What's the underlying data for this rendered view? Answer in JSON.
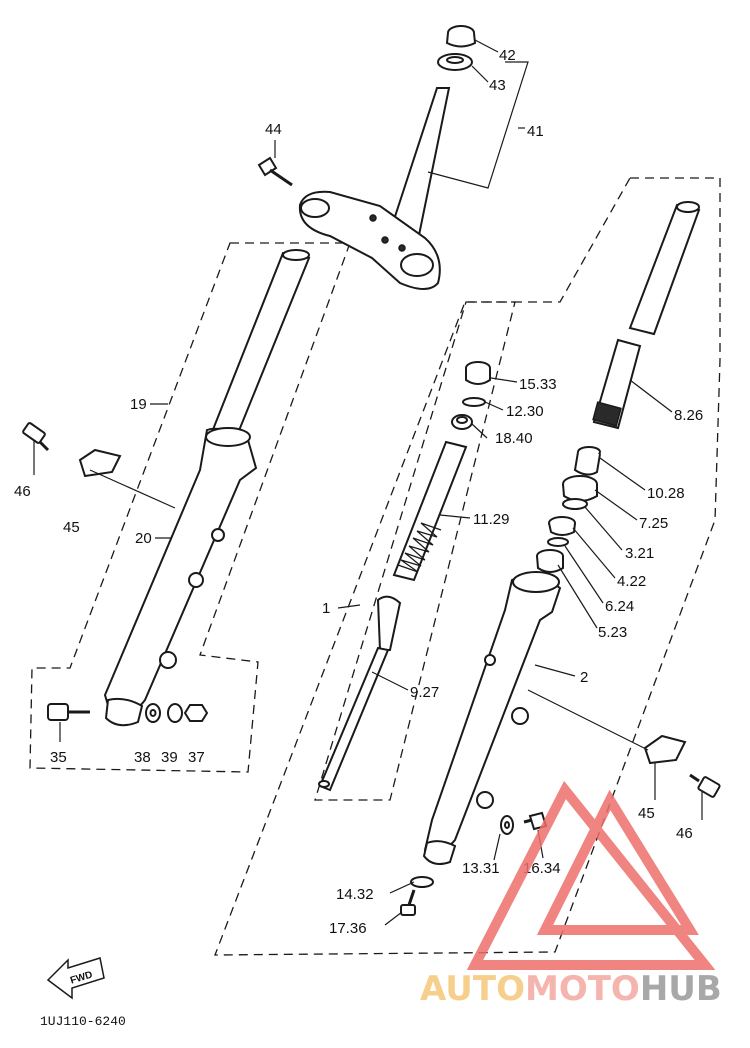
{
  "diagram": {
    "callouts": {
      "c42": "42",
      "c43": "43",
      "c41": "41",
      "c44": "44",
      "c19": "19",
      "c20": "20",
      "c46a": "46",
      "c45a": "45",
      "c35": "35",
      "c38": "38",
      "c39": "39",
      "c37": "37",
      "c15": "15.33",
      "c12": "12.30",
      "c18": "18.40",
      "c11": "11.29",
      "c1": "1",
      "c9": "9.27",
      "c8": "8.26",
      "c10": "10.28",
      "c7": "7.25",
      "c3": "3.21",
      "c4": "4.22",
      "c6": "6.24",
      "c5": "5.23",
      "c2": "2",
      "c45b": "45",
      "c46b": "46",
      "c13": "13.31",
      "c16": "16.34",
      "c14": "14.32",
      "c17": "17.36"
    },
    "front_arrow": "FWD",
    "diagram_code": "1UJ110-6240"
  },
  "watermark": {
    "part1": "AUTO",
    "part2": "MOTO",
    "part3": "HUB",
    "colors": {
      "auto": "#f6c77a",
      "moto": "#f4a79f",
      "hub": "#9a9a9a",
      "triangle": "#ee6f6a"
    }
  }
}
